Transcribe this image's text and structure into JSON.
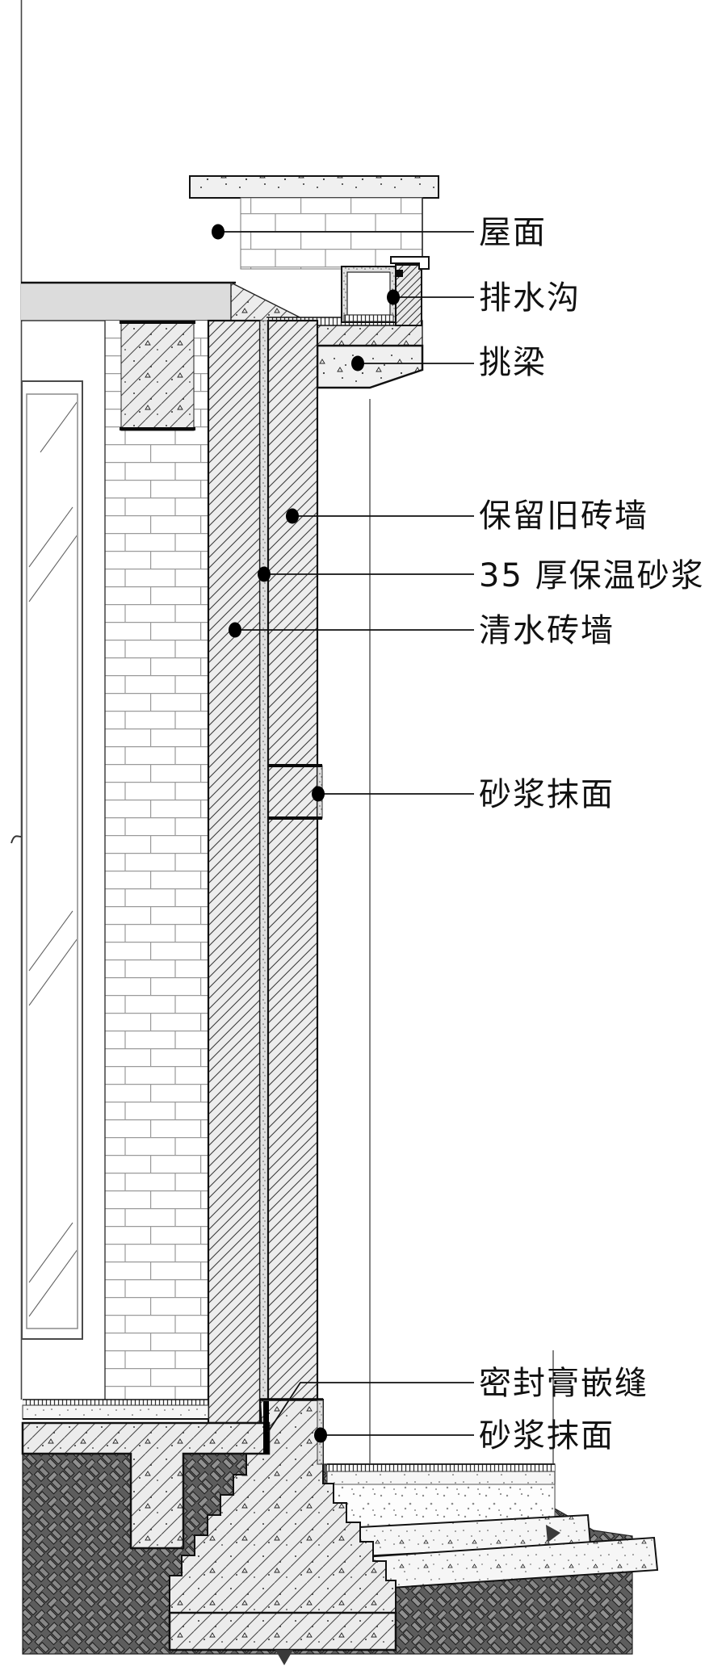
{
  "drawing": {
    "annotations": [
      {
        "id": "roof",
        "text": "屋面"
      },
      {
        "id": "gutter",
        "text": "排水沟"
      },
      {
        "id": "cantilever-beam",
        "text": "挑梁"
      },
      {
        "id": "preserved-old-brick-wall",
        "text": "保留旧砖墙"
      },
      {
        "id": "insulation-mortar",
        "text": "35 厚保温砂浆"
      },
      {
        "id": "fair-faced-brick-wall",
        "text": "清水砖墙"
      },
      {
        "id": "mortar-plaster-upper",
        "text": "砂浆抹面"
      },
      {
        "id": "sealant-joint",
        "text": "密封膏嵌缝"
      },
      {
        "id": "mortar-plaster-lower",
        "text": "砂浆抹面"
      }
    ],
    "colors": {
      "ink": "#1a1a1a",
      "slab_gray": "#e0e0e0",
      "hatch_bg": "#ededed",
      "soil_gray": "#5d5d5d",
      "paper": "#ffffff"
    }
  }
}
